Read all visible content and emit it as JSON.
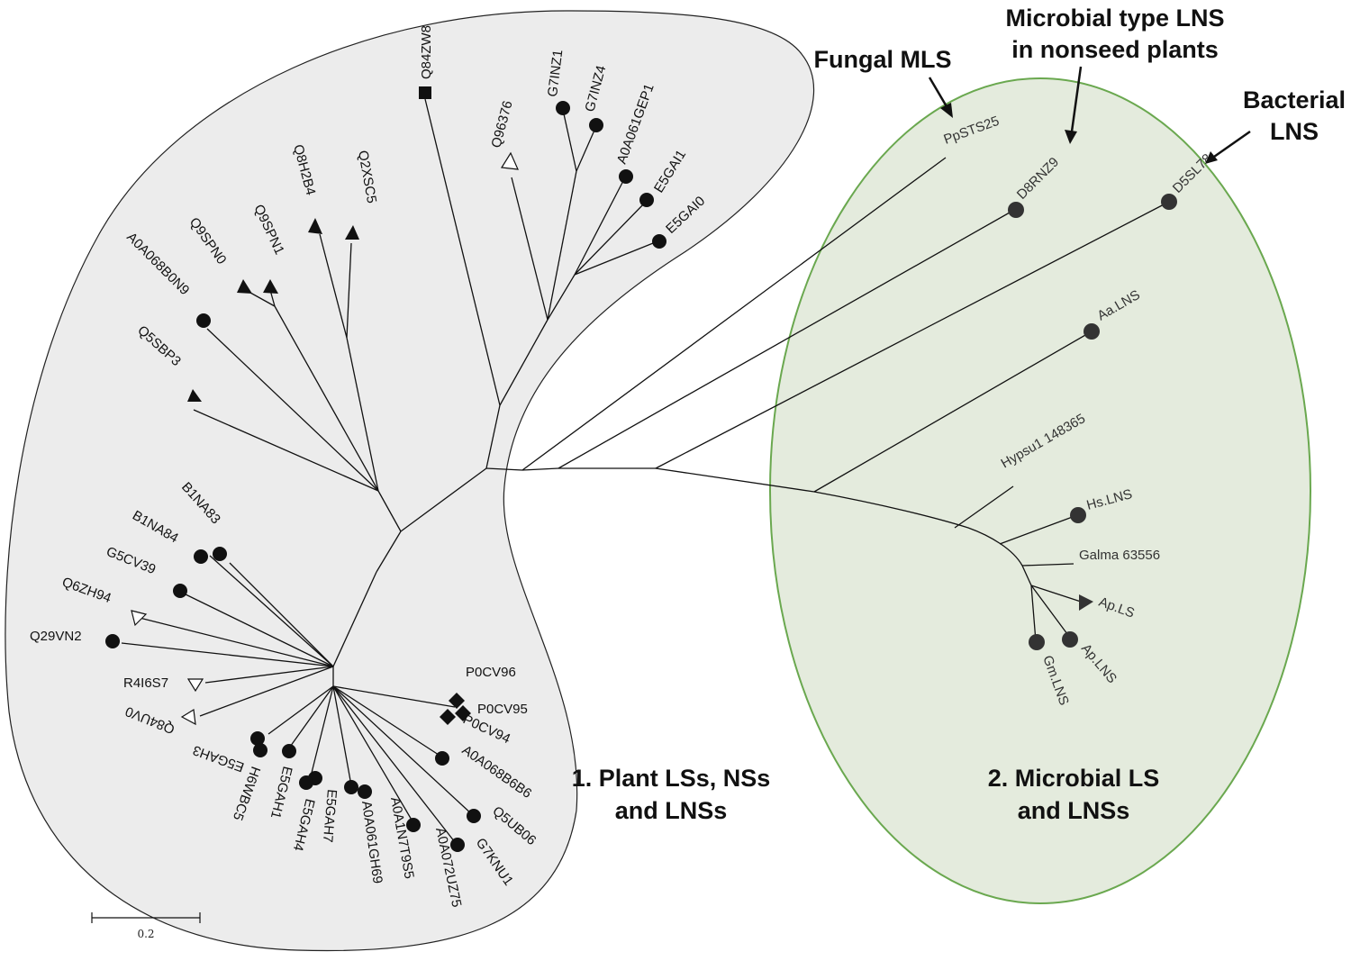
{
  "groups": {
    "plant": {
      "label_line1": "1. Plant LSs, NSs",
      "label_line2": "and LNSs"
    },
    "microbial": {
      "label_line1": "2. Microbial LS",
      "label_line2": "and LNSs"
    }
  },
  "callouts": {
    "fungal": "Fungal MLS",
    "microbial_line1": "Microbial type LNS",
    "microbial_line2": "in nonseed plants",
    "bacterial_line1": "Bacterial",
    "bacterial_line2": "LNS"
  },
  "scale_bar": {
    "label": "0.2"
  },
  "colors": {
    "plant_fill": "#ececec",
    "microbial_fill": "#e4ebdd",
    "microbial_stroke": "#6aa84f"
  },
  "leaves": [
    {
      "label": "Q84ZW8",
      "marker": "square"
    },
    {
      "label": "Q96376",
      "marker": "triangle-open"
    },
    {
      "label": "G7INZ1",
      "marker": "circle"
    },
    {
      "label": "G7INZ4",
      "marker": "circle"
    },
    {
      "label": "A0A061GEP1",
      "marker": "circle"
    },
    {
      "label": "E5GAI1",
      "marker": "circle"
    },
    {
      "label": "E5GAI0",
      "marker": "circle"
    },
    {
      "label": "Q8H2B4",
      "marker": "triangle"
    },
    {
      "label": "Q2XSC5",
      "marker": "triangle"
    },
    {
      "label": "Q9SPN0",
      "marker": "triangle"
    },
    {
      "label": "Q9SPN1",
      "marker": "triangle"
    },
    {
      "label": "A0A068B0N9",
      "marker": "circle"
    },
    {
      "label": "Q5SBP3",
      "marker": "triangle"
    },
    {
      "label": "B1NA83",
      "marker": "circle"
    },
    {
      "label": "B1NA84",
      "marker": "circle"
    },
    {
      "label": "G5CV39",
      "marker": "circle"
    },
    {
      "label": "Q6ZH94",
      "marker": "triangle-open"
    },
    {
      "label": "Q29VN2",
      "marker": "circle"
    },
    {
      "label": "R4I6S7",
      "marker": "triangle-open"
    },
    {
      "label": "Q84UV0",
      "marker": "triangle-open"
    },
    {
      "label": "E5GAH3",
      "marker": "circle"
    },
    {
      "label": "H6WBC5",
      "marker": "circle"
    },
    {
      "label": "E5GAH1",
      "marker": "circle"
    },
    {
      "label": "E5GAH4",
      "marker": "circle"
    },
    {
      "label": "E5GAH7",
      "marker": "circle"
    },
    {
      "label": "A0A061GH69",
      "marker": "circle"
    },
    {
      "label": "A0A1N7T9S5",
      "marker": "circle"
    },
    {
      "label": "A0A072UZ75",
      "marker": "circle"
    },
    {
      "label": "G7KNU1",
      "marker": "circle"
    },
    {
      "label": "Q5UB06",
      "marker": "circle"
    },
    {
      "label": "A0A068B6B6",
      "marker": "circle"
    },
    {
      "label": "P0CV96",
      "marker": "diamond"
    },
    {
      "label": "P0CV95",
      "marker": "diamond"
    },
    {
      "label": "P0CV94",
      "marker": "diamond"
    },
    {
      "label": "PpSTS25",
      "marker": "none"
    },
    {
      "label": "D8RNZ9",
      "marker": "circle"
    },
    {
      "label": "D5SL78",
      "marker": "circle"
    },
    {
      "label": "Aa.LNS",
      "marker": "circle"
    },
    {
      "label": "Hypsu1 148365",
      "marker": "none"
    },
    {
      "label": "Hs.LNS",
      "marker": "circle"
    },
    {
      "label": "Galma 63556",
      "marker": "none"
    },
    {
      "label": "Ap.LS",
      "marker": "triangle"
    },
    {
      "label": "Ap.LNS",
      "marker": "circle"
    },
    {
      "label": "Gm.LNS",
      "marker": "circle"
    }
  ]
}
